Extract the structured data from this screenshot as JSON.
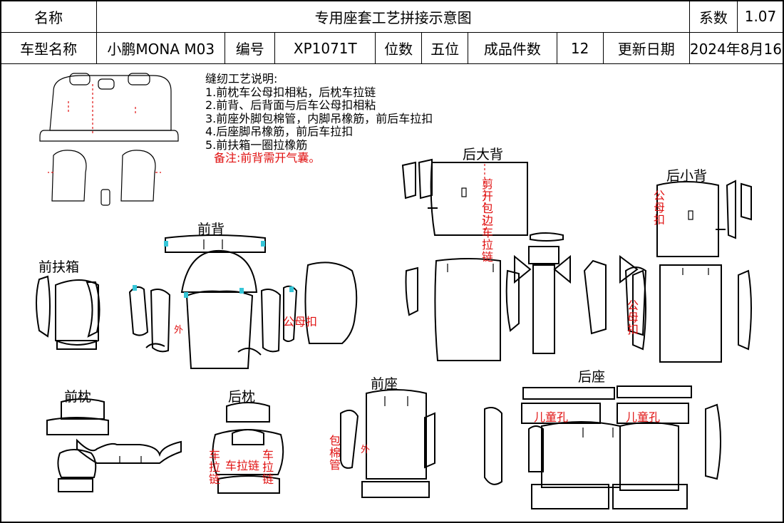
{
  "header": {
    "name_label": "名称",
    "title": "专用座套工艺拼接示意图",
    "coef_label": "系数",
    "coef_value": "1.07",
    "model_label": "车型名称",
    "model_value": "小鹏MONA M03",
    "code_label": "编号",
    "code_value": "XP1071T",
    "seats_label": "位数",
    "seats_value": "五位",
    "pieces_label": "成品件数",
    "pieces_value": "12",
    "update_label": "更新日期",
    "update_value": "2024年8月16日"
  },
  "notes": {
    "title": "缝纫工艺说明:",
    "lines": [
      "1.前枕车公母扣相粘，后枕车拉链",
      "2.前背、后背面与后车公母扣相粘",
      "3.前座外脚包棉管，内脚吊橡筋，前后车拉扣",
      "4.后座脚吊橡筋，前后车拉扣",
      "5.前扶箱一圈拉橡筋"
    ],
    "remark": "备注:前背需开气囊。"
  },
  "sections": {
    "rear_big_back": "后大背",
    "rear_small_back": "后小背",
    "front_back": "前背",
    "front_armrest": "前扶箱",
    "front_headrest": "前枕",
    "rear_headrest": "后枕",
    "front_seat": "前座",
    "rear_seat": "后座"
  },
  "annotations": {
    "cut_zipper": "剪开包边车拉链",
    "outer_1": "外",
    "outer_2": "外",
    "snap_button": "公母扣",
    "snap_vertical_1": "公母扣",
    "snap_vertical_2": "公母扣",
    "child_hole_1": "儿童孔",
    "child_hole_2": "儿童孔",
    "cotton_tube": "包棉管",
    "zipper_1": "车拉链",
    "zipper_2": "车拉链",
    "zipper_3": "车拉链"
  }
}
